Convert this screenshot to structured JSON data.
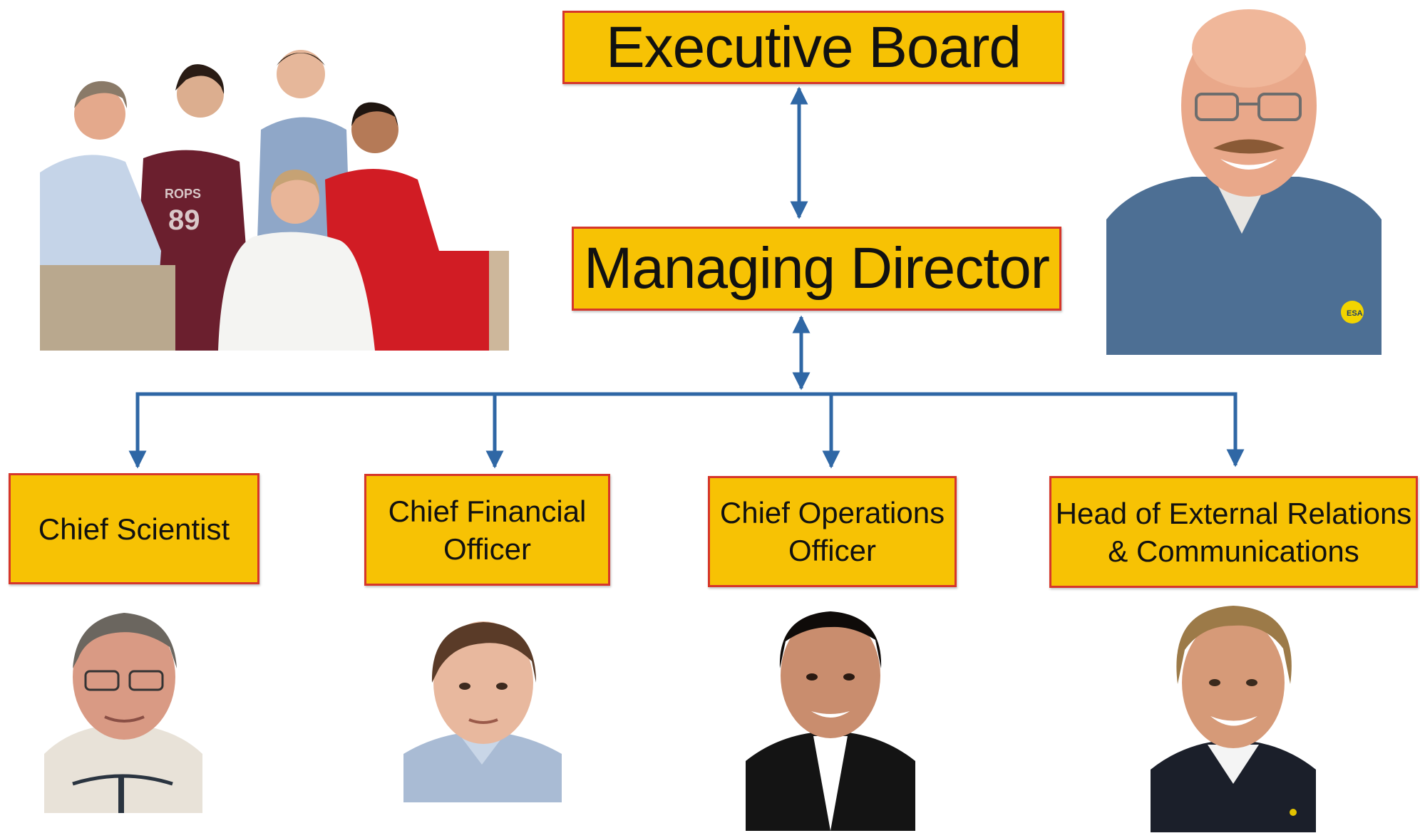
{
  "chart": {
    "top": "Executive Board",
    "director": "Managing Director",
    "roles": [
      {
        "line1": "Chief Scientist",
        "line2": ""
      },
      {
        "line1": "Chief Financial",
        "line2": "Officer"
      },
      {
        "line1": "Chief Operations",
        "line2": "Officer"
      },
      {
        "line1": "Head of External Relations",
        "line2": "& Communications"
      }
    ]
  },
  "photos": {
    "group": {
      "kit_number": "89"
    },
    "director": {
      "shirt_logo": "ESA"
    }
  },
  "colors": {
    "box_fill": "#f7c204",
    "box_border": "#d6362a",
    "arrow": "#2f67a5"
  }
}
